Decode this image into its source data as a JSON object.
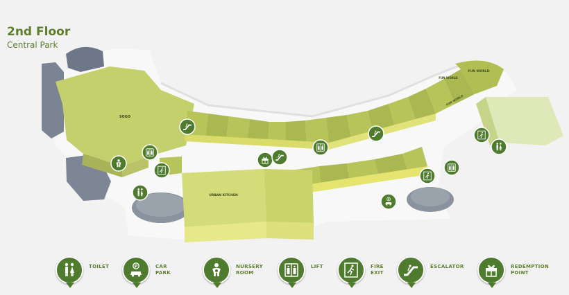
{
  "header": {
    "title": "2nd Floor",
    "subtitle": "Central Park"
  },
  "map": {
    "anchors": [
      "SOGO",
      "URBAN KITCHEN",
      "FUN WORLD",
      "FUN WORLD",
      "FUN WORLD"
    ]
  },
  "legend": [
    {
      "id": "toilet",
      "label": "TOILET",
      "icon": "toilet-icon"
    },
    {
      "id": "car-park",
      "label": "CAR PARK",
      "icon": "car-park-icon"
    },
    {
      "id": "nursery-room",
      "label": "NURSERY\nROOM",
      "icon": "nursery-icon"
    },
    {
      "id": "lift",
      "label": "LIFT",
      "icon": "lift-icon"
    },
    {
      "id": "fire-exit",
      "label": "FIRE\nEXIT",
      "icon": "fire-exit-icon"
    },
    {
      "id": "escalator",
      "label": "ESCALATOR",
      "icon": "escalator-icon"
    },
    {
      "id": "redemption-point",
      "label": "REDEMPTION\nPOINT",
      "icon": "gift-icon"
    }
  ],
  "colors": {
    "accent": "#5e7e2d",
    "pin": "#4f7b2e",
    "shop_top": "#b6c45a",
    "shop_side": "#d9db6a",
    "building": "#7a8493"
  }
}
